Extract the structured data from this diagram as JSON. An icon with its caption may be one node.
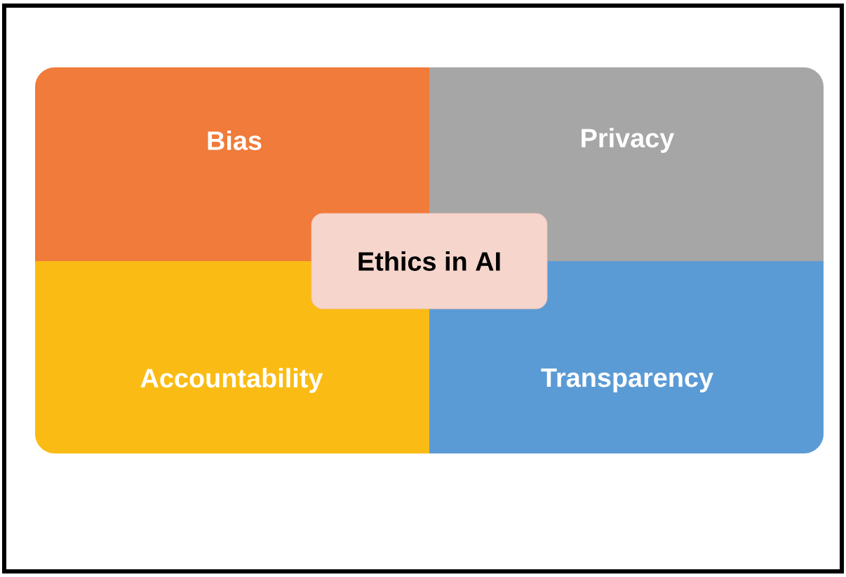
{
  "diagram": {
    "nodes": [
      {
        "text": [
          "Bias"
        ]
      },
      {
        "text": [
          "Privacy"
        ]
      },
      {
        "text": [
          "Accountability"
        ]
      },
      {
        "text": [
          "Transparency"
        ]
      },
      {
        "text": [
          "Ethics in AI"
        ]
      }
    ]
  }
}
